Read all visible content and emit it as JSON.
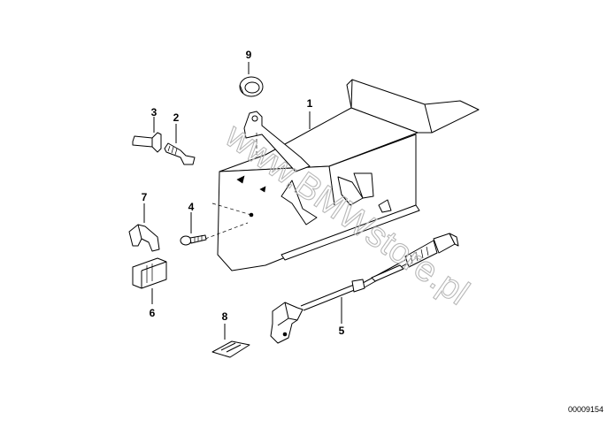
{
  "callouts": [
    {
      "number": "1",
      "part": "bracket"
    },
    {
      "number": "2",
      "part": "bolt"
    },
    {
      "number": "3",
      "part": "stud"
    },
    {
      "number": "4",
      "part": "screw"
    },
    {
      "number": "5",
      "part": "cable"
    },
    {
      "number": "6",
      "part": "clip-block"
    },
    {
      "number": "7",
      "part": "clip"
    },
    {
      "number": "8",
      "part": "shim"
    },
    {
      "number": "9",
      "part": "grommet"
    }
  ],
  "watermark": "www.BMWstore.pl",
  "diagram_id": "00009154"
}
